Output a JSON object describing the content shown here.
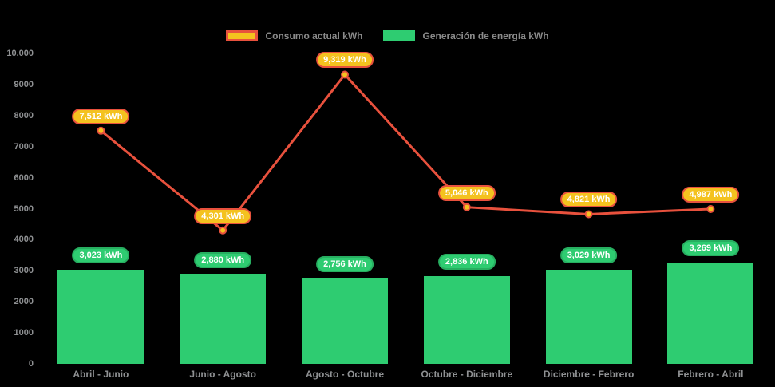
{
  "legend": {
    "position": "top-center",
    "items": [
      {
        "label": "Consumo actual kWh",
        "swatch": "yellow-box-red-border"
      },
      {
        "label": "Generación de energía kWh",
        "swatch": "green-box"
      }
    ]
  },
  "colors": {
    "background": "#000000",
    "line": "#e8513d",
    "marker_fill": "#f4c21f",
    "bar": "#2ecc71",
    "bar_pill_border": "#27ae60",
    "axis_text": "#8f9193",
    "legend_text": "#8a8a8a",
    "pill_text": "#ffffff"
  },
  "chart_data": {
    "type": "combo line + bar",
    "title": "",
    "xlabel": "",
    "ylabel": "",
    "grid": false,
    "legend_position": "top-center",
    "background": "black",
    "ylim": [
      0,
      10000
    ],
    "categories": [
      "Abril - Junio",
      "Junio - Agosto",
      "Agosto - Octubre",
      "Octubre - Diciembre",
      "Diciembre - Febrero",
      "Febrero - Abril"
    ],
    "yticks": [
      {
        "value": 10000,
        "label": "10.000"
      },
      {
        "value": 9000,
        "label": "9000"
      },
      {
        "value": 8000,
        "label": "8000"
      },
      {
        "value": 7000,
        "label": "7000"
      },
      {
        "value": 6000,
        "label": "6000"
      },
      {
        "value": 5000,
        "label": "5000"
      },
      {
        "value": 4000,
        "label": "4000"
      },
      {
        "value": 3000,
        "label": "3000"
      },
      {
        "value": 2000,
        "label": "2000"
      },
      {
        "value": 1000,
        "label": "1000"
      },
      {
        "value": 0,
        "label": "0"
      }
    ],
    "series": [
      {
        "name": "Consumo actual kWh",
        "type": "line",
        "values": [
          7512,
          4301,
          9319,
          5046,
          4821,
          4987
        ],
        "labels": [
          "7,512 kWh",
          "4,301 kWh",
          "9,319 kWh",
          "5,046 kWh",
          "4,821 kWh",
          "4,987 kWh"
        ]
      },
      {
        "name": "Generación de energía kWh",
        "type": "bar",
        "values": [
          3023,
          2880,
          2756,
          2836,
          3029,
          3269
        ],
        "labels": [
          "3,023 kWh",
          "2,880 kWh",
          "2,756 kWh",
          "2,836 kWh",
          "3,029 kWh",
          "3,269 kWh"
        ]
      }
    ]
  }
}
